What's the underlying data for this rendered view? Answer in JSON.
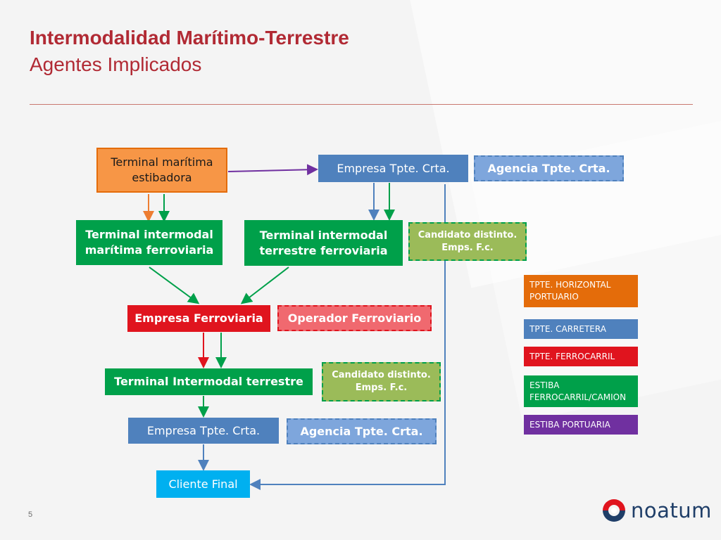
{
  "title": "Intermodalidad Marítimo-Terrestre",
  "subtitle": "Agentes Implicados",
  "page_number": "5",
  "logo_text": "noatum",
  "nodes": {
    "terminal_maritima": "Terminal marítima estibadora",
    "empresa_crta_top": "Empresa Tpte. Crta.",
    "agencia_crta_top": "Agencia Tpte. Crta.",
    "terminal_maritima_ferroviaria": "Terminal intermodal marítima ferroviaria",
    "terminal_terrestre_ferroviaria": "Terminal intermodal terrestre ferroviaria",
    "candidato_top": "Candidato distinto. Emps. F.c.",
    "empresa_ferroviaria": "Empresa Ferroviaria",
    "operador_ferroviario": "Operador Ferroviario",
    "terminal_intermodal_terrestre": "Terminal Intermodal terrestre",
    "candidato_bottom": "Candidato distinto. Emps. F.c.",
    "empresa_crta_bottom": "Empresa Tpte. Crta.",
    "agencia_crta_bottom": "Agencia Tpte. Crta.",
    "cliente_final": "Cliente Final"
  },
  "legend": {
    "horizontal": "TPTE. HORIZONTAL PORTUARIO",
    "carretera": "TPTE. CARRETERA",
    "ferrocarril": "TPTE. FERROCARRIL",
    "estiba_ferro": "ESTIBA FERROCARRIL/CAMION",
    "estiba_portuaria": "ESTIBA PORTUARIA"
  },
  "colors": {
    "orange": "#ed7d31",
    "blue": "#4f81bd",
    "red": "#e0141e",
    "green": "#00a04a",
    "purple": "#7030a0",
    "light_green": "#9bbb59",
    "cyan": "#00b0f0",
    "title_red": "#b12a34"
  }
}
